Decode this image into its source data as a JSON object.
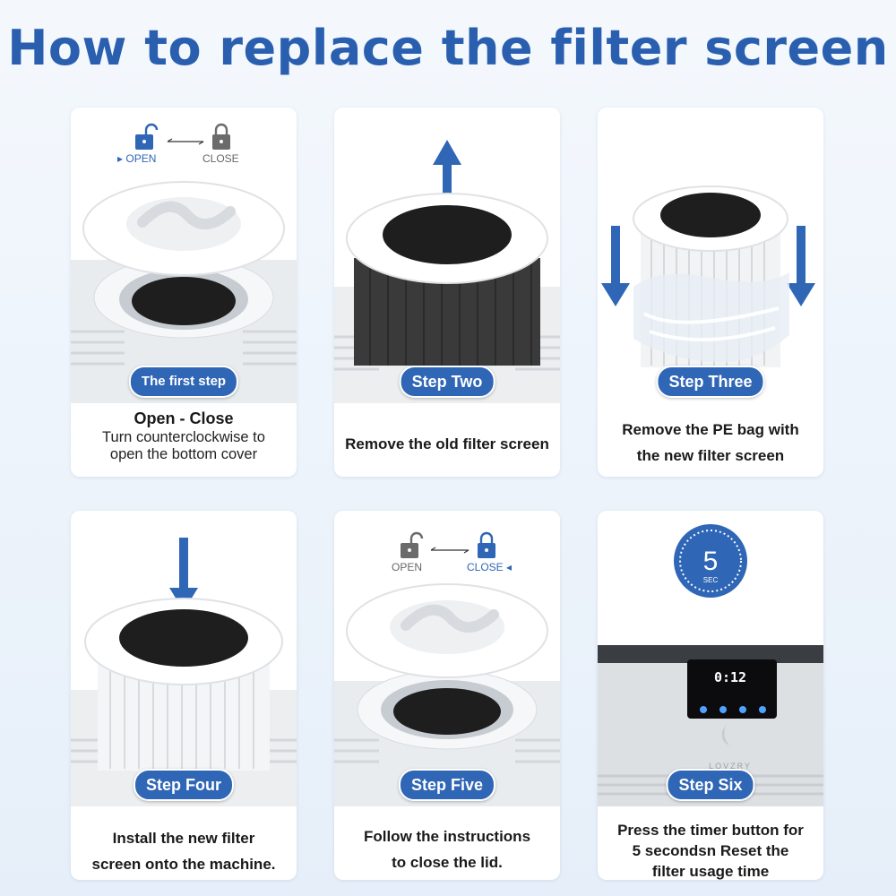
{
  "title": "How to replace the filter screen",
  "colors": {
    "accent": "#2f66b5",
    "title": "#2a5fb0"
  },
  "steps": [
    {
      "badge": "The first step",
      "lines": [
        "Open - Close"
      ],
      "sub_lines": [
        "Turn counterclockwise to",
        "open the bottom cover"
      ],
      "lock": {
        "left_label": "OPEN",
        "right_label": "CLOSE",
        "active": "left"
      }
    },
    {
      "badge": "Step Two",
      "lines": [
        "Remove the old filter screen"
      ]
    },
    {
      "badge": "Step Three",
      "lines": [
        "Remove the PE bag with",
        "the new filter screen"
      ]
    },
    {
      "badge": "Step Four",
      "lines": [
        "Install the new filter",
        "screen onto the machine."
      ]
    },
    {
      "badge": "Step Five",
      "lines": [
        "Follow the instructions",
        "to close the lid."
      ],
      "lock": {
        "left_label": "OPEN",
        "right_label": "CLOSE",
        "active": "right"
      }
    },
    {
      "badge": "Step Six",
      "lines": [
        "Press the timer button for",
        "5 secondsn Reset the",
        "filter usage time"
      ],
      "timer": {
        "number": "5",
        "unit": "SEC"
      },
      "device": {
        "display": "0:12",
        "brand": "LOVZRY"
      }
    }
  ]
}
